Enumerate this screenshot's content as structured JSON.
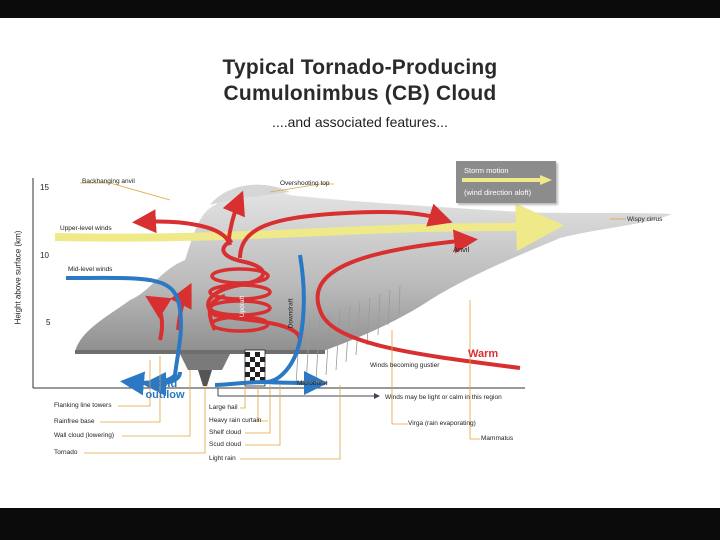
{
  "title_line1": "Typical Tornado-Producing",
  "title_line2": "Cumulonimbus (CB) Cloud",
  "subtitle": "....and associated features...",
  "y_axis_title": "Height above surface (km)",
  "y_ticks": [
    "15",
    "10",
    "5"
  ],
  "storm_motion": {
    "label": "Storm motion",
    "sublabel": "(wind direction aloft)"
  },
  "labels": {
    "backhanging_anvil": "Backhanging anvil",
    "overshooting_top": "Overshooting top",
    "wispy_cirrus": "Wispy cirrus",
    "upper_level_winds": "Upper-level winds",
    "anvil": "Anvil",
    "mid_level_winds": "Mid-level winds",
    "updraft": "Updraft",
    "downdraft": "Downdraft",
    "warm": "Warm",
    "winds_becoming_gustier": "Winds becoming gustier",
    "cold": "Cold",
    "outflow": "outflow",
    "microburst": "Microburst",
    "winds_may_be_light": "Winds may be light or calm in this region",
    "flanking_line_towers": "Flanking line towers",
    "rainfree_base": "Rainfree base",
    "wall_cloud": "Wall cloud (lowering)",
    "tornado": "Tornado",
    "large_hail": "Large hail",
    "heavy_rain_curtain": "Heavy rain curtain",
    "shelf_cloud": "Shelf cloud",
    "scud_cloud": "Scud cloud",
    "light_rain": "Light rain",
    "virga": "Virga (rain evaporating)",
    "mammatus": "Mammatus"
  },
  "colors": {
    "warm_arrow": "#d83030",
    "cold_arrow": "#2b78c4",
    "upper_wind": "#f4f0a0",
    "cloud": "#c8c8c8",
    "motion_box": "#8c8c8c"
  }
}
